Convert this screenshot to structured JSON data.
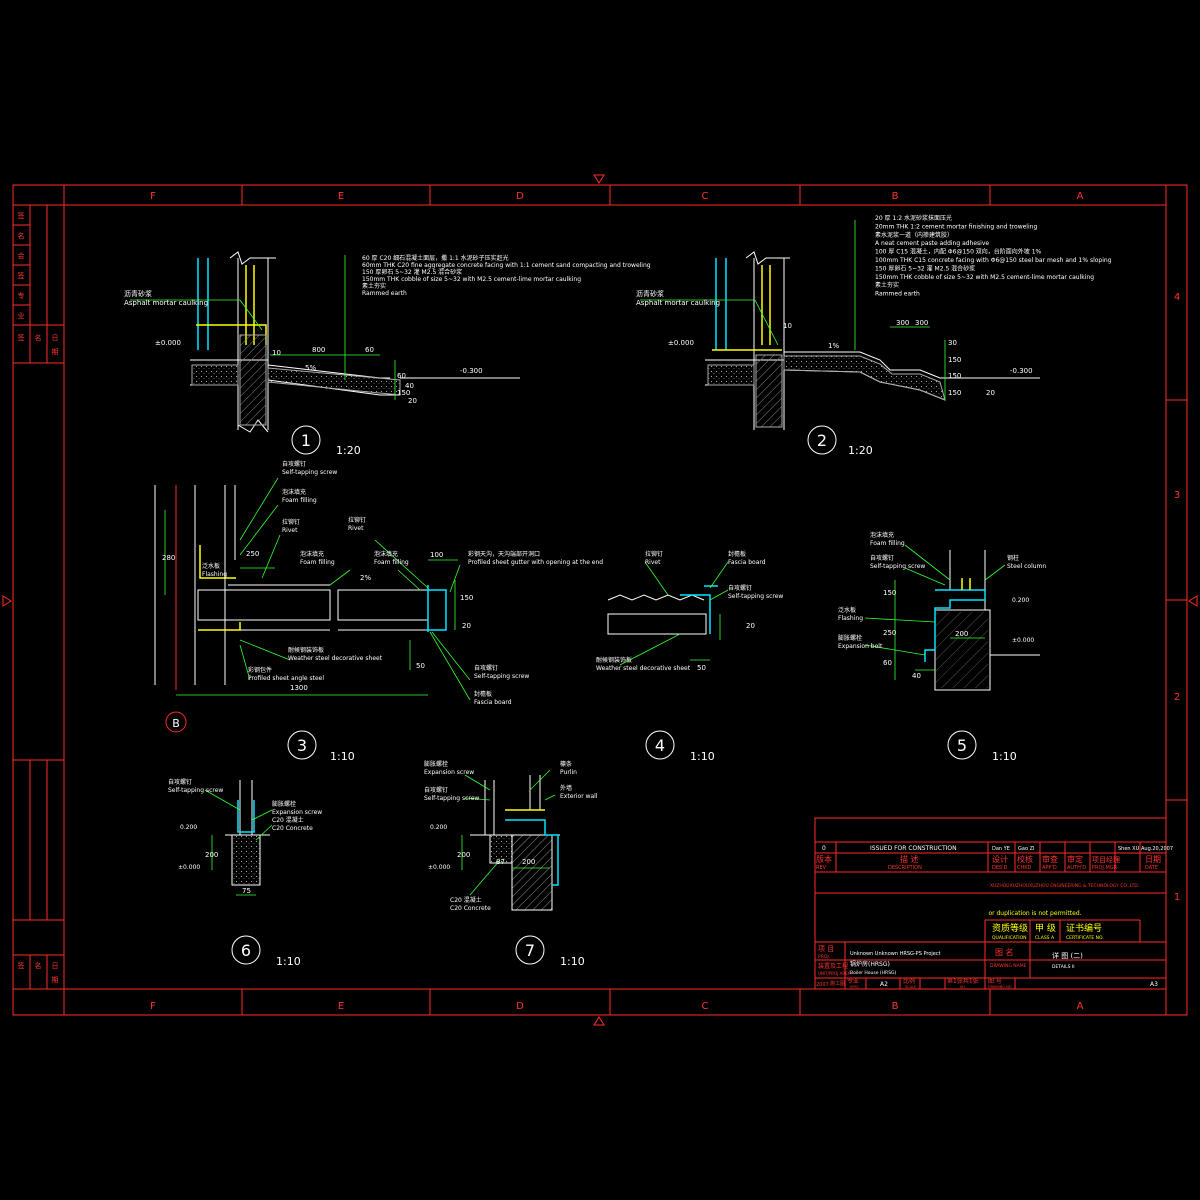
{
  "colors": {
    "background": "#000000",
    "frame": "#ff2a2a",
    "lines": "#ffffff",
    "dim": "#33ff33",
    "accent_cyan": "#00e5ff",
    "accent_yellow": "#ffff00",
    "hatch": "#bbbbbb"
  },
  "grid": {
    "columns": [
      "F",
      "E",
      "D",
      "C",
      "B",
      "A"
    ],
    "rows": [
      "4",
      "3",
      "2",
      "1"
    ]
  },
  "detail1": {
    "number": "1",
    "scale": "1:20",
    "note_lines": [
      "60 厚 C20 细石混凝土面层，撒 1:1 水泥砂子压实赶光",
      "60mm THK C20 fine aggregate concrete facing with 1:1 cement sand compacting and troweling",
      "150 厚卵石 5~32 灌 M2.5 混合砂浆",
      "150mm THK cobble of size 5~32 with M2.5 cement-lime mortar caulking",
      "素土夯实",
      "Rammed earth"
    ],
    "label_cn": "沥青砂浆",
    "label_en": "Asphalt mortar caulking",
    "level_left": "±0.000",
    "level_right": "-0.300",
    "dims": [
      "10",
      "800",
      "60",
      "5%",
      "60",
      "150",
      "40",
      "20"
    ]
  },
  "detail2": {
    "number": "2",
    "scale": "1:20",
    "note_lines": [
      "20 厚 1:2 水泥砂浆抹面压光",
      "20mm THK 1:2 cement mortar finishing and troweling",
      "素水泥浆一道（内掺建筑胶）",
      "A neat cement paste adding adhesive",
      "100 厚 C15 混凝土，内配 Φ6@150 双向，台阶面向外坡 1%",
      "100mm THK C15 concrete facing with Φ6@150 steel bar mesh and 1% sloping",
      "150 厚卵石 5~32 灌 M2.5 混合砂浆",
      "150mm THK cobble of size 5~32 with M2.5 cement-lime mortar caulking",
      "素土夯实",
      "Rammed earth"
    ],
    "label_cn": "沥青砂浆",
    "label_en": "Asphalt mortar caulking",
    "level_left": "±0.000",
    "level_right": "-0.300",
    "dims": [
      "10",
      "300",
      "300",
      "1%",
      "30",
      "150",
      "150",
      "150",
      "20"
    ]
  },
  "detail3": {
    "number": "3",
    "scale": "1:10",
    "axis": "B",
    "labels": [
      {
        "cn": "自攻螺钉",
        "en": "Self-tapping screw"
      },
      {
        "cn": "泡沫填充",
        "en": "Foam filling"
      },
      {
        "cn": "拉铆钉",
        "en": "Rivet"
      },
      {
        "cn": "泛水板",
        "en": "Flashing"
      },
      {
        "cn": "泡沫填充",
        "en": "Foam filling"
      },
      {
        "cn": "拉铆钉",
        "en": "Rivet"
      },
      {
        "cn": "泡沫填充",
        "en": "Foam filling"
      },
      {
        "cn": "彩钢天沟，天沟端部开洞口",
        "en": "Profiled sheet gutter with opening at the end"
      },
      {
        "cn": "耐候钢装饰板",
        "en": "Weather steel decorative sheet"
      },
      {
        "cn": "彩钢包件",
        "en": "Profiled sheet angle steel"
      },
      {
        "cn": "自攻螺钉",
        "en": "Self-tapping screw"
      },
      {
        "cn": "封檐板",
        "en": "Fascia board"
      }
    ],
    "dims": [
      "280",
      "250",
      "2%",
      "100",
      "150",
      "20",
      "50",
      "1300"
    ]
  },
  "detail4": {
    "number": "4",
    "scale": "1:10",
    "labels": [
      {
        "cn": "拉铆钉",
        "en": "Rivet"
      },
      {
        "cn": "封檐板",
        "en": "Fascia board"
      },
      {
        "cn": "自攻螺钉",
        "en": "Self-tapping screw"
      },
      {
        "cn": "耐候钢装饰板",
        "en": "Weather steel decorative sheet"
      }
    ],
    "dims": [
      "20",
      "50"
    ]
  },
  "detail5": {
    "number": "5",
    "scale": "1:10",
    "labels": [
      {
        "cn": "泡沫填充",
        "en": "Foam filling"
      },
      {
        "cn": "自攻螺钉",
        "en": "Self-tapping screw"
      },
      {
        "cn": "钢柱",
        "en": "Steel column"
      },
      {
        "cn": "泛水板",
        "en": "Flashing"
      },
      {
        "cn": "膨胀螺栓",
        "en": "Expansion bolt"
      }
    ],
    "levels": [
      "0.200",
      "±0.000"
    ],
    "dims": [
      "150",
      "250",
      "200",
      "60",
      "40"
    ]
  },
  "detail6": {
    "number": "6",
    "scale": "1:10",
    "labels": [
      {
        "cn": "自攻螺钉",
        "en": "Self-tapping screw"
      },
      {
        "cn": "膨胀螺栓",
        "en": "Expansion screw"
      },
      {
        "cn": "C20 混凝土",
        "en": "C20 Concrete"
      }
    ],
    "levels": [
      "0.200",
      "±0.000"
    ],
    "dims": [
      "200",
      "75"
    ]
  },
  "detail7": {
    "number": "7",
    "scale": "1:10",
    "labels": [
      {
        "cn": "膨胀螺栓",
        "en": "Expansion screw"
      },
      {
        "cn": "自攻螺钉",
        "en": "Self-tapping screw"
      },
      {
        "cn": "檩条",
        "en": "Purlin"
      },
      {
        "cn": "外墙",
        "en": "Exterior wall"
      },
      {
        "cn": "C20 混凝土",
        "en": "C20 Concrete"
      }
    ],
    "levels": [
      "0.200",
      "±0.000"
    ],
    "dims": [
      "200",
      "200",
      "87"
    ]
  },
  "left_margin": {
    "top_cells": [
      "签",
      "名",
      "会",
      "签",
      "专",
      "业",
      "签",
      "名",
      "日",
      "期"
    ],
    "bottom_cells": [
      "签",
      "名",
      "日",
      "期"
    ]
  },
  "title_block": {
    "rev_row": {
      "rev": "0",
      "description": "ISSUED FOR CONSTRUCTION",
      "des": "Dan YE",
      "chkd": "Gao ZI",
      "appd": "",
      "auth": "",
      "proj_mgr": "Shen XU",
      "date": "Aug.20,2007"
    },
    "header_row": {
      "rev": "版本",
      "rev_en": "REV",
      "description": "描 述",
      "description_en": "DESCRIPTION",
      "des": "设计",
      "des_en": "DES'D",
      "chkd": "校核",
      "chkd_en": "CHKD",
      "appd": "审查",
      "appd_en": "APP'D",
      "auth": "审定",
      "auth_en": "AUTH'D",
      "proj_mgr": "项目经理",
      "proj_mgr_en": "PROJ.MGR",
      "date": "日期",
      "date_en": "DATE"
    },
    "company": "XUZHOUXUZHOUXUZHOU ENGINEERING & TECHNOLOGY CO.,LTD.",
    "notice": "or duplication is not permitted.",
    "cert": {
      "label": "资质等级",
      "label_en": "QUALIFICATION",
      "class": "甲 级",
      "class_en": "CLASS A",
      "cert_no": "证书编号",
      "cert_no_en": "CERTIFICATE NO."
    },
    "project_label": "项 目",
    "project_label_en": "PROJ.",
    "project_name": "Unknown Unknown HRSG-PS Project",
    "subproject_label": "装置及工程",
    "subproject_label_en": "UNIT/PROJ.AREA",
    "subproject": "锅炉房(HRSG)",
    "subproject_en": "Boiler House (HRSG)",
    "drawing_label": "图 名",
    "drawing_label_en": "DRAWING NAME",
    "drawing_name": "详 图 (二)",
    "drawing_name_en": "DETAILS II",
    "year": "2007",
    "design_phase": "施工图",
    "design_phase_en": "DESIGN",
    "specialty_label": "专业",
    "specialty_en": "SPEC",
    "specialty": "建筑",
    "scale_label": "比例",
    "scale_en": "SCALE",
    "sheet": "第1张共1张",
    "sheet_en": "SH",
    "drawing_no_label": "图 号",
    "drawing_no_en": "DRAWING NO",
    "size": "A2",
    "size_right": "A3"
  }
}
